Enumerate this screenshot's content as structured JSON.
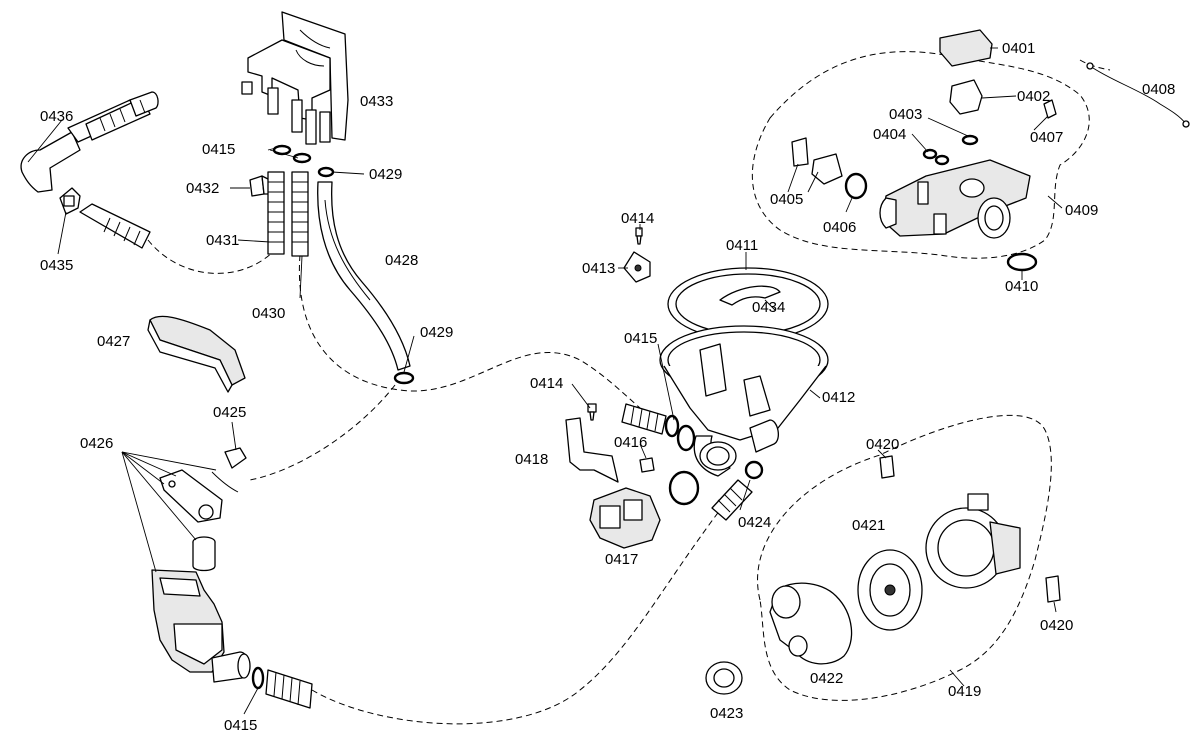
{
  "parts": [
    {
      "id": "p0401",
      "number": "0401"
    },
    {
      "id": "p0402",
      "number": "0402"
    },
    {
      "id": "p0403",
      "number": "0403"
    },
    {
      "id": "p0404",
      "number": "0404"
    },
    {
      "id": "p0405",
      "number": "0405"
    },
    {
      "id": "p0406",
      "number": "0406"
    },
    {
      "id": "p0407",
      "number": "0407"
    },
    {
      "id": "p0408",
      "number": "0408"
    },
    {
      "id": "p0409",
      "number": "0409"
    },
    {
      "id": "p0410",
      "number": "0410"
    },
    {
      "id": "p0411",
      "number": "0411"
    },
    {
      "id": "p0412",
      "number": "0412"
    },
    {
      "id": "p0413",
      "number": "0413"
    },
    {
      "id": "p0414a",
      "number": "0414"
    },
    {
      "id": "p0414b",
      "number": "0414"
    },
    {
      "id": "p0415a",
      "number": "0415"
    },
    {
      "id": "p0415b",
      "number": "0415"
    },
    {
      "id": "p0415c",
      "number": "0415"
    },
    {
      "id": "p0416",
      "number": "0416"
    },
    {
      "id": "p0417",
      "number": "0417"
    },
    {
      "id": "p0418",
      "number": "0418"
    },
    {
      "id": "p0419",
      "number": "0419"
    },
    {
      "id": "p0420a",
      "number": "0420"
    },
    {
      "id": "p0420b",
      "number": "0420"
    },
    {
      "id": "p0421",
      "number": "0421"
    },
    {
      "id": "p0422",
      "number": "0422"
    },
    {
      "id": "p0423",
      "number": "0423"
    },
    {
      "id": "p0424",
      "number": "0424"
    },
    {
      "id": "p0425",
      "number": "0425"
    },
    {
      "id": "p0426",
      "number": "0426"
    },
    {
      "id": "p0427",
      "number": "0427"
    },
    {
      "id": "p0428",
      "number": "0428"
    },
    {
      "id": "p0429a",
      "number": "0429"
    },
    {
      "id": "p0429b",
      "number": "0429"
    },
    {
      "id": "p0430",
      "number": "0430"
    },
    {
      "id": "p0431",
      "number": "0431"
    },
    {
      "id": "p0432",
      "number": "0432"
    },
    {
      "id": "p0433",
      "number": "0433"
    },
    {
      "id": "p0434",
      "number": "0434"
    },
    {
      "id": "p0435",
      "number": "0435"
    },
    {
      "id": "p0436",
      "number": "0436"
    }
  ]
}
